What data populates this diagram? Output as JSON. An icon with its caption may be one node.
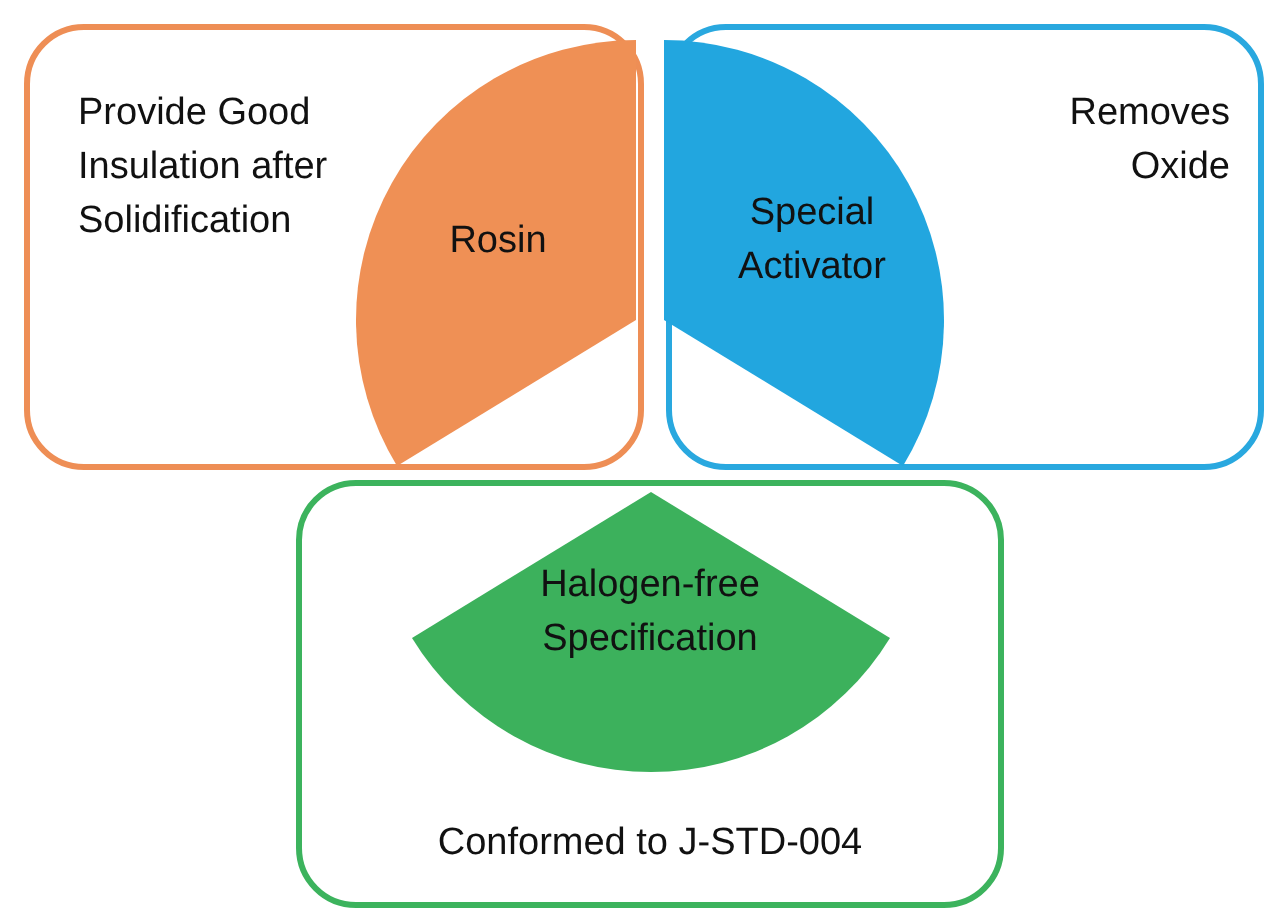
{
  "diagram": {
    "nodes": [
      {
        "text": [
          "Provide Good Insulation after Solidification"
        ]
      },
      {
        "text": [
          "Rosin"
        ],
        "in": 0
      },
      {
        "text": [
          "Removes Oxide"
        ]
      },
      {
        "text": [
          "Special Activator"
        ],
        "in": 2
      },
      {
        "text": [
          "Conformed to J-STD-004"
        ]
      },
      {
        "text": [
          "Halogen-free Specification"
        ],
        "in": 4
      }
    ],
    "edges": []
  }
}
